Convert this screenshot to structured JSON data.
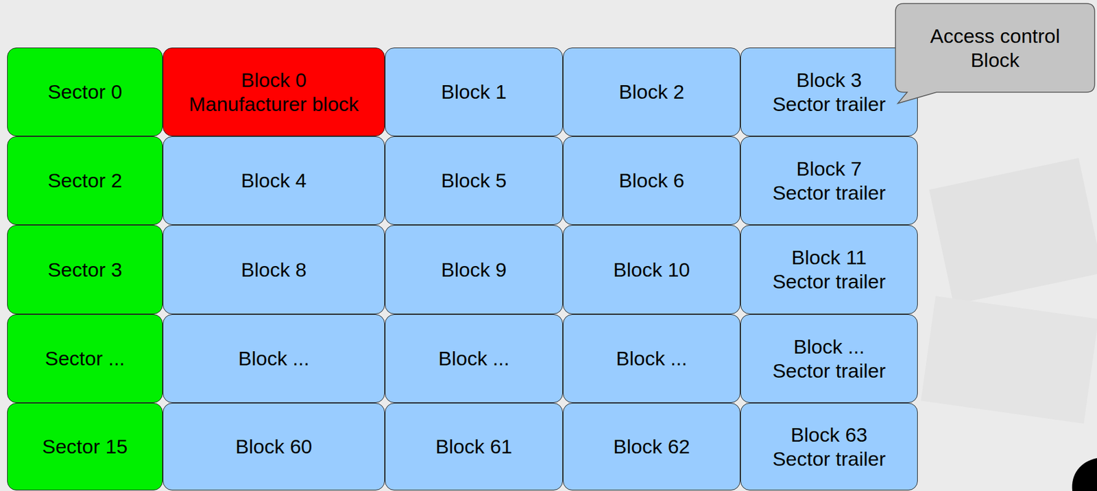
{
  "diagram": {
    "nodes": [
      {
        "text": [
          "Sector 0"
        ]
      },
      {
        "text": [
          "Block 0",
          "Manufacturer block"
        ]
      },
      {
        "text": [
          "Block 1"
        ]
      },
      {
        "text": [
          "Block 2"
        ]
      },
      {
        "text": [
          "Block 3",
          "Sector trailer"
        ]
      },
      {
        "text": [
          "Access control Block"
        ]
      },
      {
        "text": [
          "Sector 2"
        ]
      },
      {
        "text": [
          "Block 4"
        ]
      },
      {
        "text": [
          "Block 5"
        ]
      },
      {
        "text": [
          "Block 6"
        ]
      },
      {
        "text": [
          "Block 7",
          "Sector trailer"
        ]
      },
      {
        "text": [
          "Sector 3"
        ]
      },
      {
        "text": [
          "Block 8"
        ]
      },
      {
        "text": [
          "Block 9"
        ]
      },
      {
        "text": [
          "Block 10"
        ]
      },
      {
        "text": [
          "Block 11",
          "Sector trailer"
        ]
      },
      {
        "text": [
          "Sector ..."
        ]
      },
      {
        "text": [
          "Block ..."
        ]
      },
      {
        "text": [
          "Block ..."
        ]
      },
      {
        "text": [
          "Block ..."
        ]
      },
      {
        "text": [
          "Block ...",
          "Sector trailer"
        ]
      },
      {
        "text": [
          "Sector 15"
        ]
      },
      {
        "text": [
          "Block 60"
        ]
      },
      {
        "text": [
          "Block 61"
        ]
      },
      {
        "text": [
          "Block 62"
        ]
      },
      {
        "text": [
          "Block 63",
          "Sector trailer"
        ]
      }
    ]
  }
}
